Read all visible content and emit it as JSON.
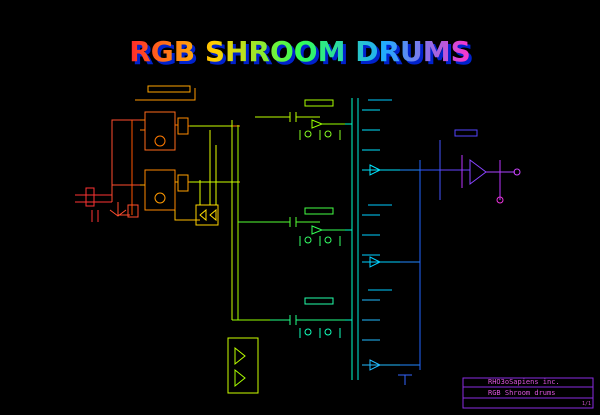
{
  "title": "RGB SHROOM DRUMS",
  "colors": {
    "background": "#000000",
    "red": "#ff3333",
    "orange": "#ff8800",
    "yellow": "#ffe600",
    "lime": "#99ff00",
    "green": "#33ff66",
    "cyan": "#00e5ff",
    "blue": "#3366ff",
    "violet": "#9933ff",
    "magenta": "#ff33cc"
  },
  "title_block": {
    "company": "RHO3oSapiens inc.",
    "project": "RGB Shroom drums",
    "sheet": "1/1"
  }
}
